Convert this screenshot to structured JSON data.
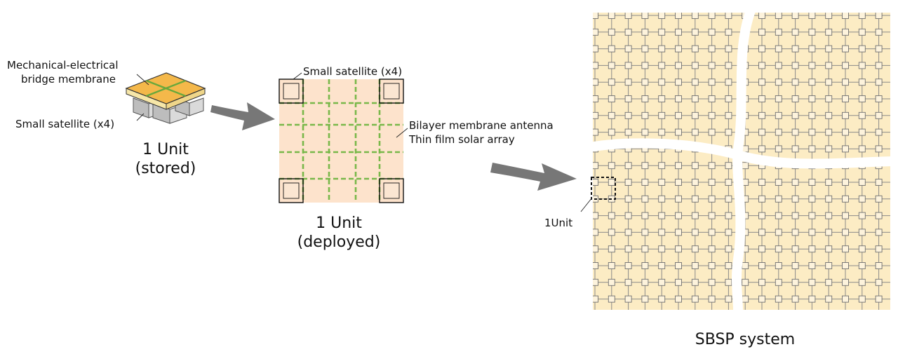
{
  "stored": {
    "membrane_label_line1": "Mechanical-electrical",
    "membrane_label_line2": "bridge membrane",
    "satellite_label": "Small satellite (x4)",
    "caption_line1": "1 Unit",
    "caption_line2": "(stored)"
  },
  "deployed": {
    "satellite_label": "Small satellite (x4)",
    "antenna_label": "Bilayer membrane antenna",
    "solar_label": "Thin film solar array",
    "caption_line1": "1 Unit",
    "caption_line2": "(deployed)"
  },
  "system": {
    "unit_label": "1Unit",
    "caption": "SBSP system"
  },
  "colors": {
    "membrane_orange": "#f4b84a",
    "deployed_fill": "#fde3cc",
    "system_fill": "#fcecc4",
    "green_seam": "#79b84a",
    "arrow_gray": "#777777"
  }
}
